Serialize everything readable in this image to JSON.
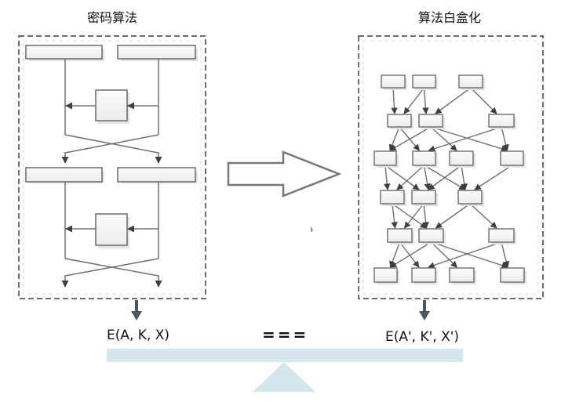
{
  "left_panel": {
    "title": "密码算法"
  },
  "right_panel": {
    "title": "算法白盒化"
  },
  "transform_arrow": {
    "icon": "right-arrow-icon"
  },
  "balance": {
    "left_label": "E(A, K, X)",
    "equality_label": "===",
    "right_label": "E(A', K', X')",
    "color": "#d3e6ec"
  },
  "colors": {
    "box_border": "#6b6b6b",
    "box_fill": "#f4f4f4",
    "line": "#707070",
    "output_arrow": "#4b5563",
    "dashed_border": "#6e6e6e"
  }
}
